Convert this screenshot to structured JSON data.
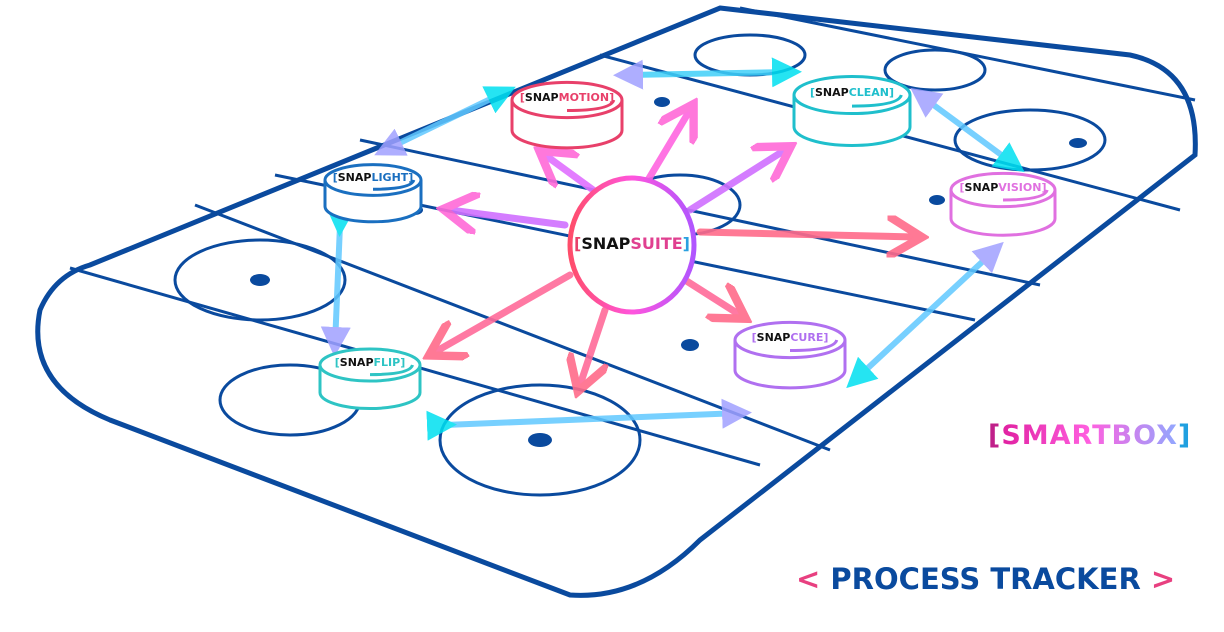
{
  "hub": {
    "prefix": "SNAP",
    "suffix": "SUITE"
  },
  "modules": [
    {
      "prefix": "SNAP",
      "suffix": "MOTION",
      "color": "#e8406a"
    },
    {
      "prefix": "SNAP",
      "suffix": "CLEAN",
      "color": "#1fbfcc"
    },
    {
      "prefix": "SNAP",
      "suffix": "LIGHT",
      "color": "#1a6fc0"
    },
    {
      "prefix": "SNAP",
      "suffix": "VISION",
      "color": "#e070e0"
    },
    {
      "prefix": "SNAP",
      "suffix": "FLIP",
      "color": "#2ec4c4"
    },
    {
      "prefix": "SNAP",
      "suffix": "CURE",
      "color": "#b070f0"
    }
  ],
  "brand": {
    "name": "SMARTBOX",
    "title": "PROCESS TRACKER",
    "open_bracket": "[",
    "close_bracket": "]",
    "lt": "<",
    "gt": ">"
  },
  "colors": {
    "rink": "#0a4a9e",
    "cyan": "#00e0f0",
    "pink": "#ff66cc"
  }
}
